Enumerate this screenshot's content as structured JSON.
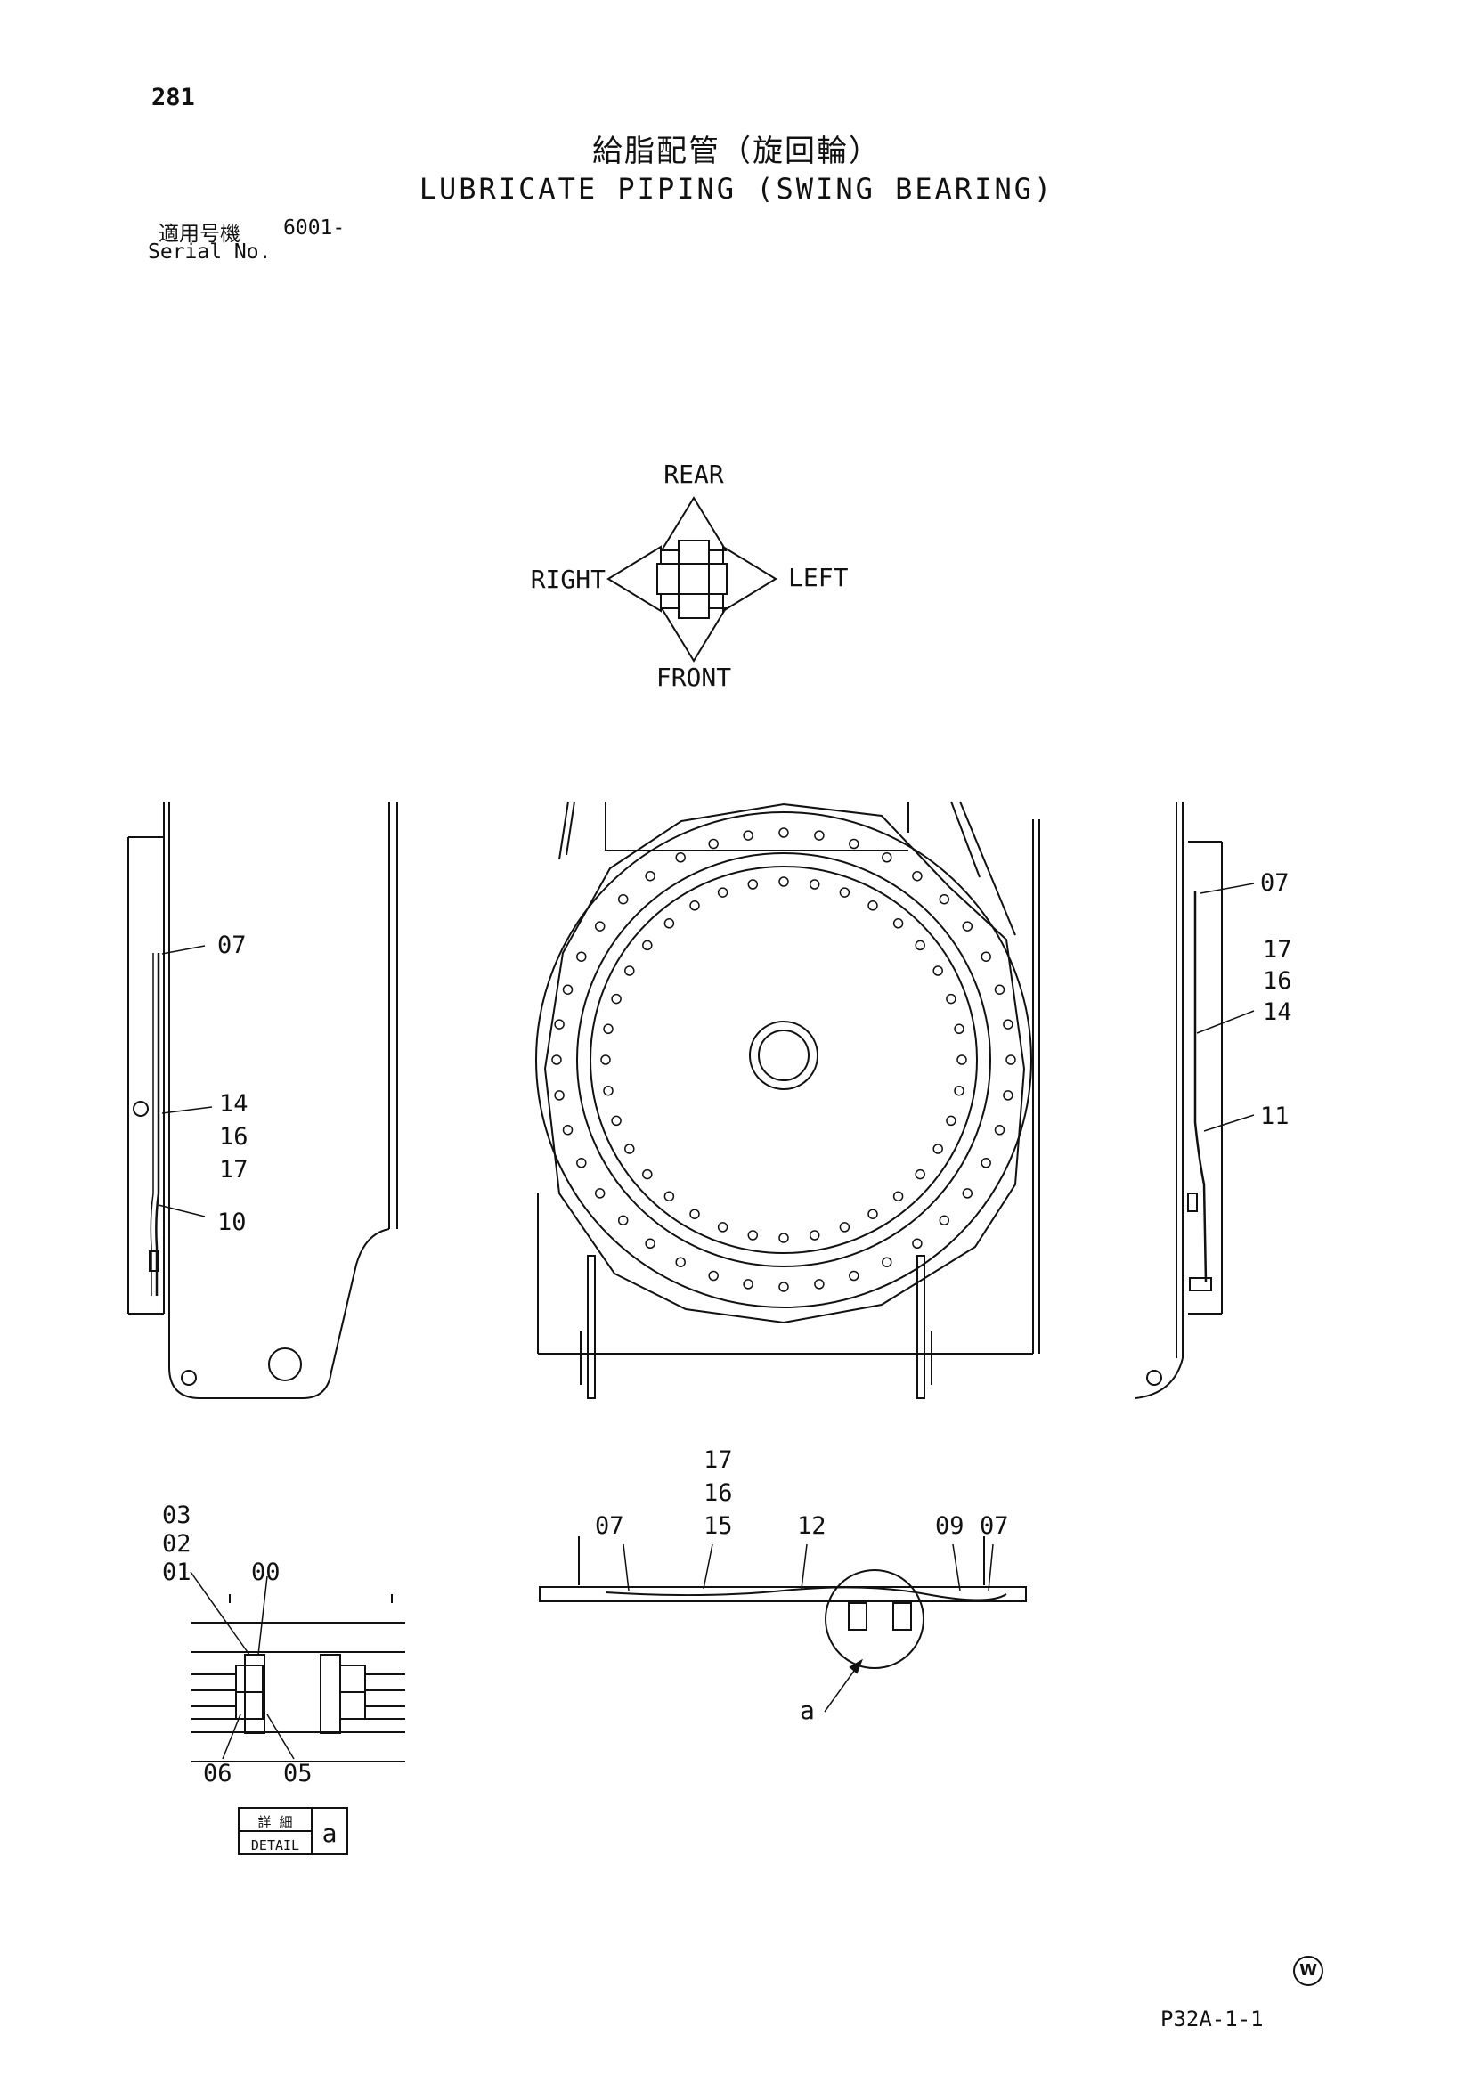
{
  "page_number": "281",
  "title_ja": "給脂配管（旋回輪）",
  "title_en": "LUBRICATE PIPING (SWING BEARING)",
  "serial": {
    "label_ja": "適用号機",
    "label_en": "Serial No.",
    "value": "6001-"
  },
  "orientation": {
    "rear": "REAR",
    "front": "FRONT",
    "right": "RIGHT",
    "left": "LEFT"
  },
  "callouts": {
    "left_view": [
      "07",
      "14",
      "16",
      "17",
      "10"
    ],
    "right_view": [
      "07",
      "17",
      "16",
      "14",
      "11"
    ],
    "bottom_view": [
      "17",
      "16",
      "15",
      "07",
      "12",
      "09",
      "07"
    ],
    "detail_view": [
      "03",
      "02",
      "01",
      "00",
      "06",
      "05"
    ],
    "detail_pointer": "a"
  },
  "detail_box": {
    "label_ja": "詳 細",
    "label_en": "DETAIL",
    "id": "a"
  },
  "doc_code": "P32A-1-1",
  "mark": "W"
}
